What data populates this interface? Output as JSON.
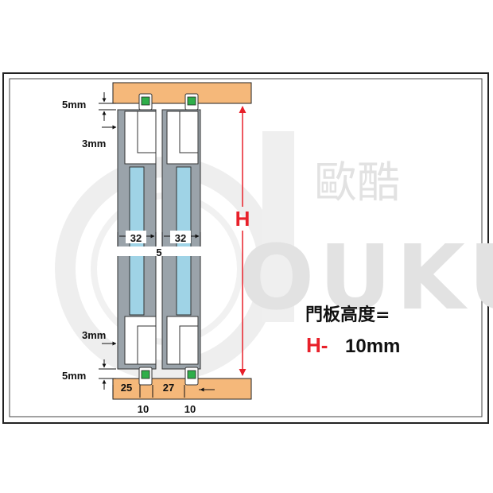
{
  "watermark": {
    "brand_cn": "歐酷",
    "brand_en": "OUKU"
  },
  "dimensions": {
    "top_gap": "5mm",
    "top_clearance": "3mm",
    "bottom_clearance": "3mm",
    "bottom_gap": "5mm",
    "panel_width_left": "32",
    "panel_width_right": "32",
    "panel_gap": "5",
    "bottom_offset_left": "25",
    "bottom_offset_right": "27",
    "track_width_left": "10",
    "track_width_right": "10"
  },
  "height_marker": "H",
  "formula": {
    "label": "門板高度=",
    "symbol": "H-",
    "value": "10mm"
  },
  "colors": {
    "wood": "#f5b87a",
    "height_accent": "#e8202a",
    "frame": "#9aa3aa",
    "glass": "#9fd3e6",
    "guide_green": "#2fae4a"
  }
}
